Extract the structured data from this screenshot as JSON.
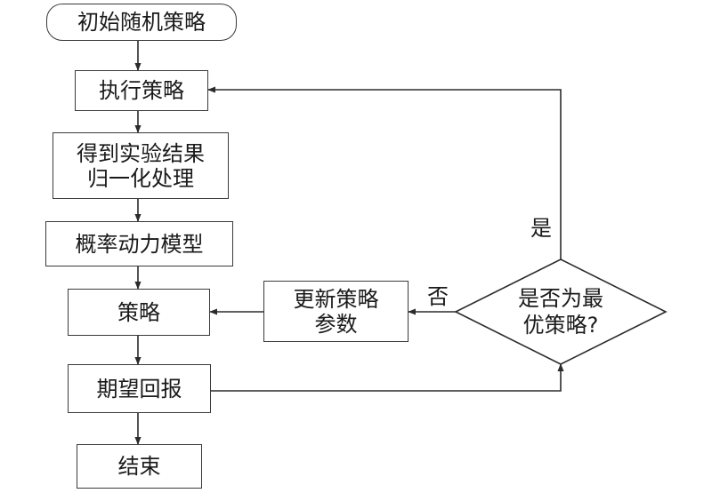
{
  "nodes": {
    "start": "初始随机策略",
    "execute": "执行策略",
    "results_line1": "得到实验结果",
    "results_line2": "归一化处理",
    "model": "概率动力模型",
    "policy": "策略",
    "update_line1": "更新策略",
    "update_line2": "参数",
    "decision_line1": "是否为最",
    "decision_line2": "优策略?",
    "reward": "期望回报",
    "end": "结束"
  },
  "edge_labels": {
    "yes": "是",
    "no": "否"
  }
}
